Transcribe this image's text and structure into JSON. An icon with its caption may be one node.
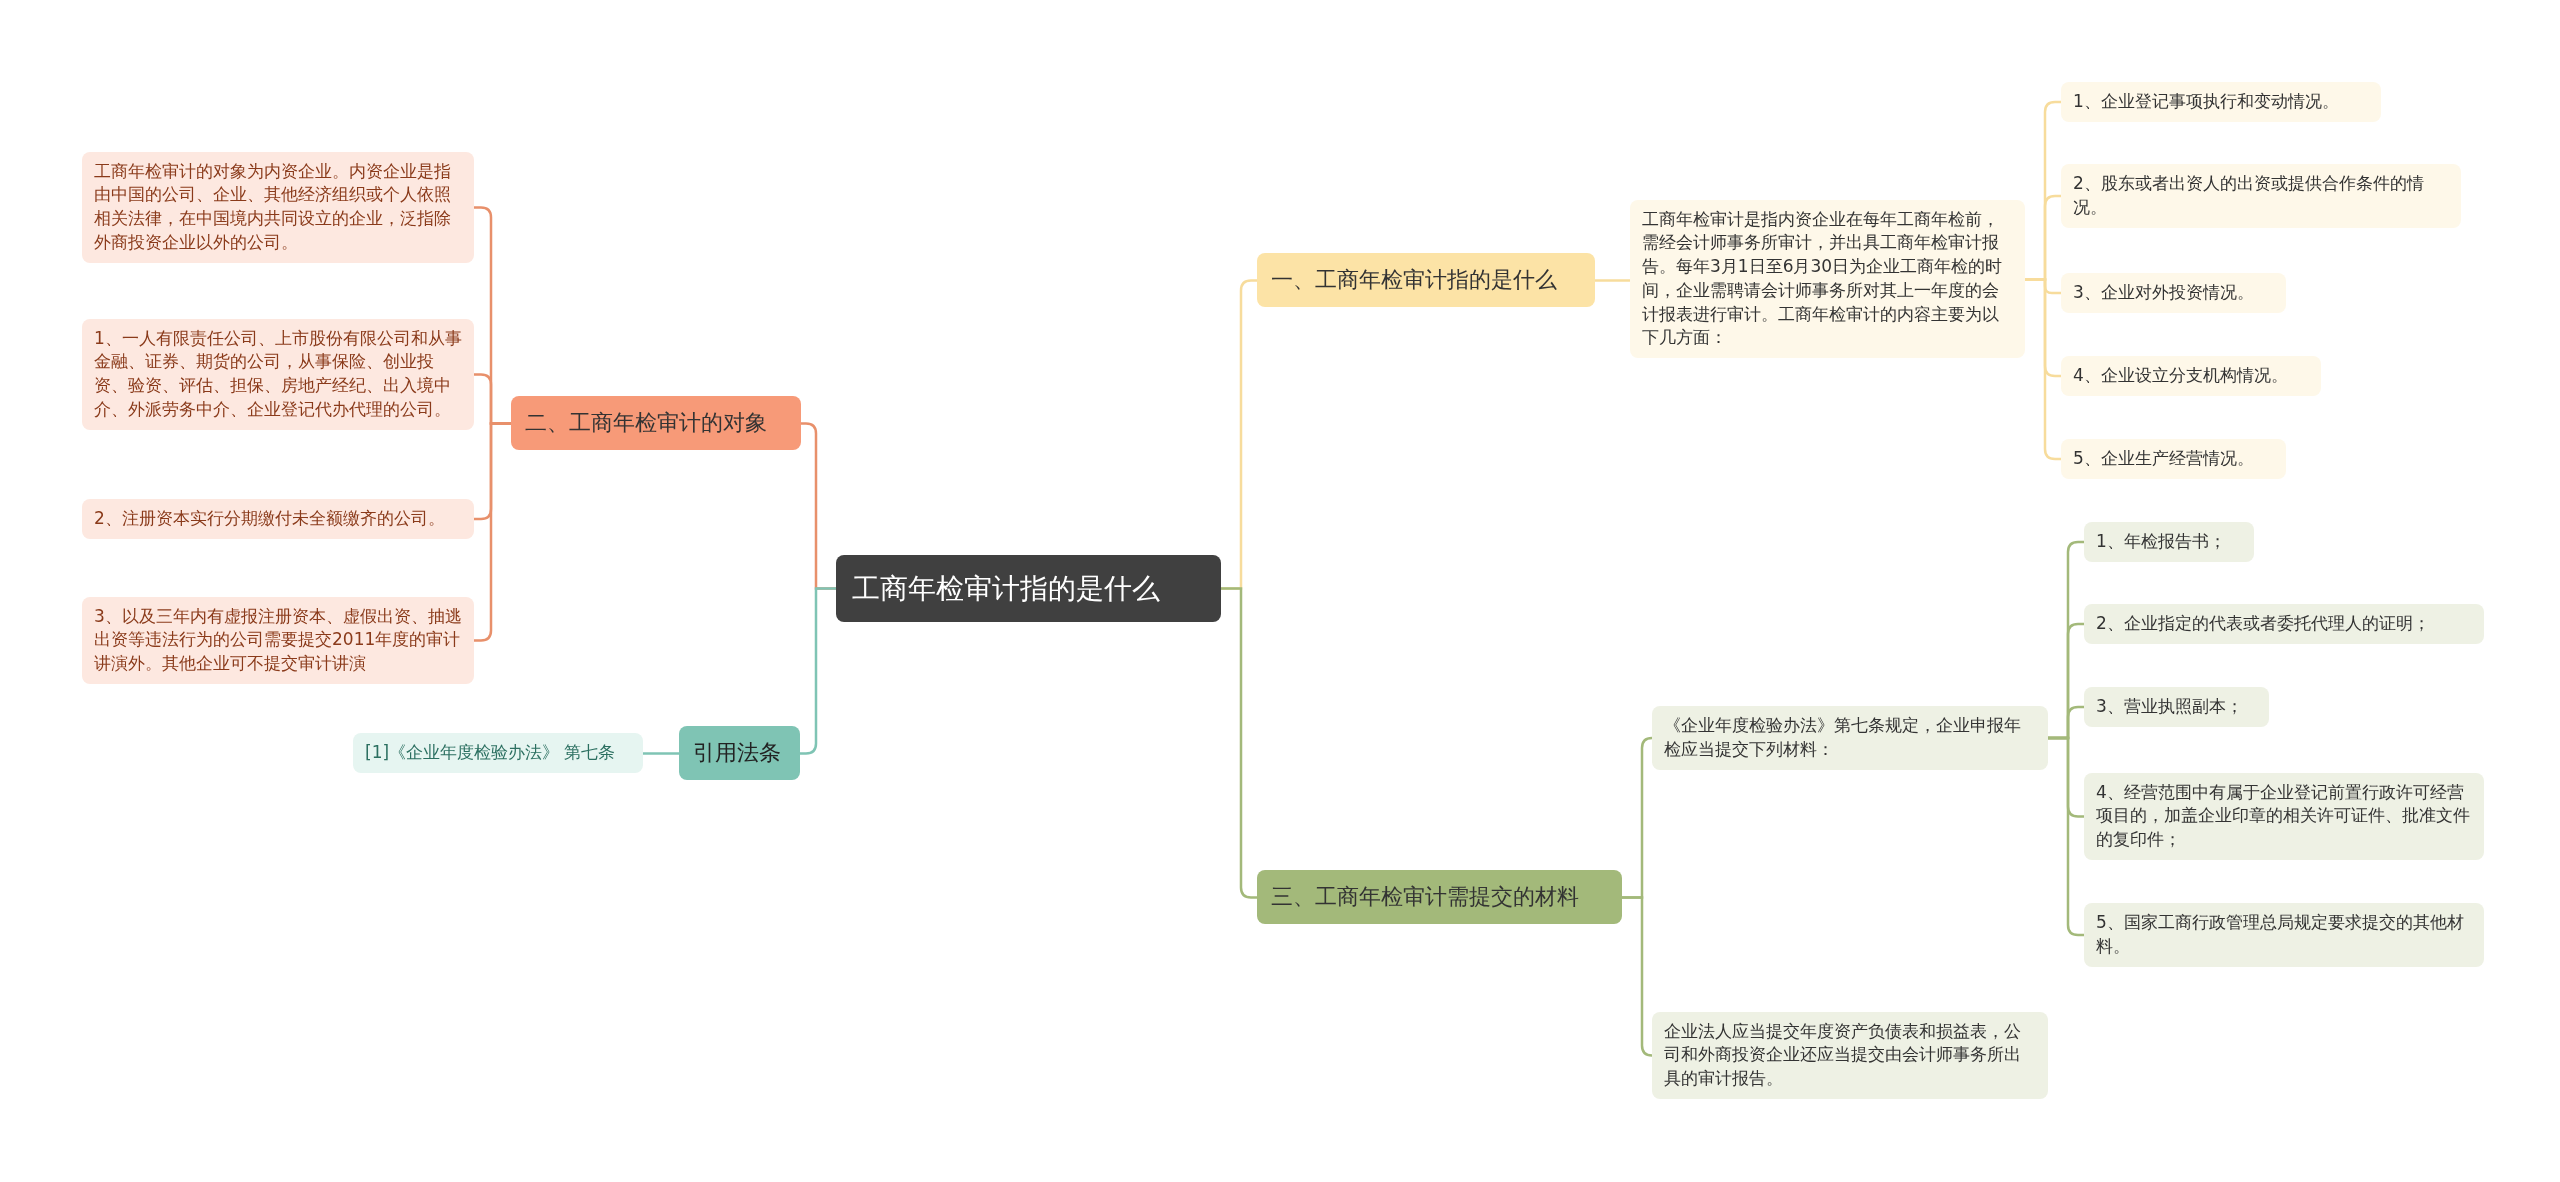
{
  "diagram": {
    "nodes": [
      {
        "text": [
          "工商年检审计指的是什么"
        ]
      },
      {
        "text": [
          "一、工商年检审计指的是什么"
        ]
      },
      {
        "text": [
          "工商年检审计是指内资企业在每年工商年检前，需经会计师事务所审计，并出具工商年检审计报告。每年3月1日至6月30日为企业工商年检的时间，企业需聘请会计师事务所对其上一年度的会计报表进行审计。工商年检审计的内容主要为以下几方面："
        ]
      },
      {
        "text": [
          "1、企业登记事项执行和变动情况。"
        ]
      },
      {
        "text": [
          "2、股东或者出资人的出资或提供合作条件的情况。"
        ]
      },
      {
        "text": [
          "3、企业对外投资情况。"
        ]
      },
      {
        "text": [
          "4、企业设立分支机构情况。"
        ]
      },
      {
        "text": [
          "5、企业生产经营情况。"
        ]
      },
      {
        "text": [
          "三、工商年检审计需提交的材料"
        ]
      },
      {
        "text": [
          "《企业年度检验办法》第七条规定，企业申报年检应当提交下列材料："
        ]
      },
      {
        "text": [
          "1、年检报告书；"
        ]
      },
      {
        "text": [
          "2、企业指定的代表或者委托代理人的证明；"
        ]
      },
      {
        "text": [
          "3、营业执照副本；"
        ]
      },
      {
        "text": [
          "4、经营范围中有属于企业登记前置行政许可经营项目的，加盖企业印章的相关许可证件、批准文件的复印件；"
        ]
      },
      {
        "text": [
          "5、国家工商行政管理总局规定要求提交的其他材料。"
        ]
      },
      {
        "text": [
          "企业法人应当提交年度资产负债表和损益表，公司和外商投资企业还应当提交由会计师事务所出具的审计报告。"
        ]
      },
      {
        "text": [
          "二、工商年检审计的对象"
        ]
      },
      {
        "text": [
          "工商年检审计的对象为内资企业。内资企业是指由中国的公司、企业、其他经济组织或个人依照相关法律，在中国境内共同设立的企业，泛指除外商投资企业以外的公司。"
        ]
      },
      {
        "text": [
          "1、一人有限责任公司、上市股份有限公司和从事金融、证券、期货的公司，从事保险、创业投资、验资、评估、担保、房地产经纪、出入境中介、外派劳务中介、企业登记代办代理的公司。"
        ]
      },
      {
        "text": [
          "2、注册资本实行分期缴付未全额缴齐的公司。"
        ]
      },
      {
        "text": [
          "3、以及三年内有虚报注册资本、虚假出资、抽逃出资等违法行为的公司需要提交2011年度的审计讲演外。其他企业可不提交审计讲演"
        ]
      },
      {
        "text": [
          "引用法条"
        ]
      },
      {
        "text": [
          "[1]《企业年度检验办法》 第七条"
        ]
      }
    ],
    "edges": [
      {
        "from": 0,
        "to": 1,
        "arrow": "none",
        "color": "#f7dc9c"
      },
      {
        "from": 1,
        "to": 2,
        "arrow": "none",
        "color": "#f7dc9c"
      },
      {
        "from": 2,
        "to": 3,
        "arrow": "none",
        "color": "#f7dc9c"
      },
      {
        "from": 2,
        "to": 4,
        "arrow": "none",
        "color": "#f7dc9c"
      },
      {
        "from": 2,
        "to": 5,
        "arrow": "none",
        "color": "#f7dc9c"
      },
      {
        "from": 2,
        "to": 6,
        "arrow": "none",
        "color": "#f7dc9c"
      },
      {
        "from": 2,
        "to": 7,
        "arrow": "none",
        "color": "#f7dc9c"
      },
      {
        "from": 0,
        "to": 8,
        "arrow": "none"
      },
      {
        "from": 8,
        "to": 9,
        "arrow": "none"
      },
      {
        "from": 9,
        "to": 10,
        "arrow": "none"
      },
      {
        "from": 9,
        "to": 11,
        "arrow": "none"
      },
      {
        "from": 9,
        "to": 12,
        "arrow": "none"
      },
      {
        "from": 9,
        "to": 13,
        "arrow": "none"
      },
      {
        "from": 9,
        "to": 14,
        "arrow": "none"
      },
      {
        "from": 8,
        "to": 15,
        "arrow": "none"
      },
      {
        "from": 0,
        "to": 16,
        "arrow": "none",
        "color": "#e8906b"
      },
      {
        "from": 16,
        "to": 17,
        "arrow": "none",
        "color": "#e8906b"
      },
      {
        "from": 16,
        "to": 18,
        "arrow": "none",
        "color": "#e8906b"
      },
      {
        "from": 16,
        "to": 19,
        "arrow": "none",
        "color": "#e8906b"
      },
      {
        "from": 16,
        "to": 20,
        "arrow": "none",
        "color": "#e8906b"
      },
      {
        "from": 0,
        "to": 21,
        "arrow": "none",
        "color": "#7fc4b4"
      },
      {
        "from": 21,
        "to": 22,
        "arrow": "none",
        "color": "#7fc4b4"
      }
    ]
  }
}
